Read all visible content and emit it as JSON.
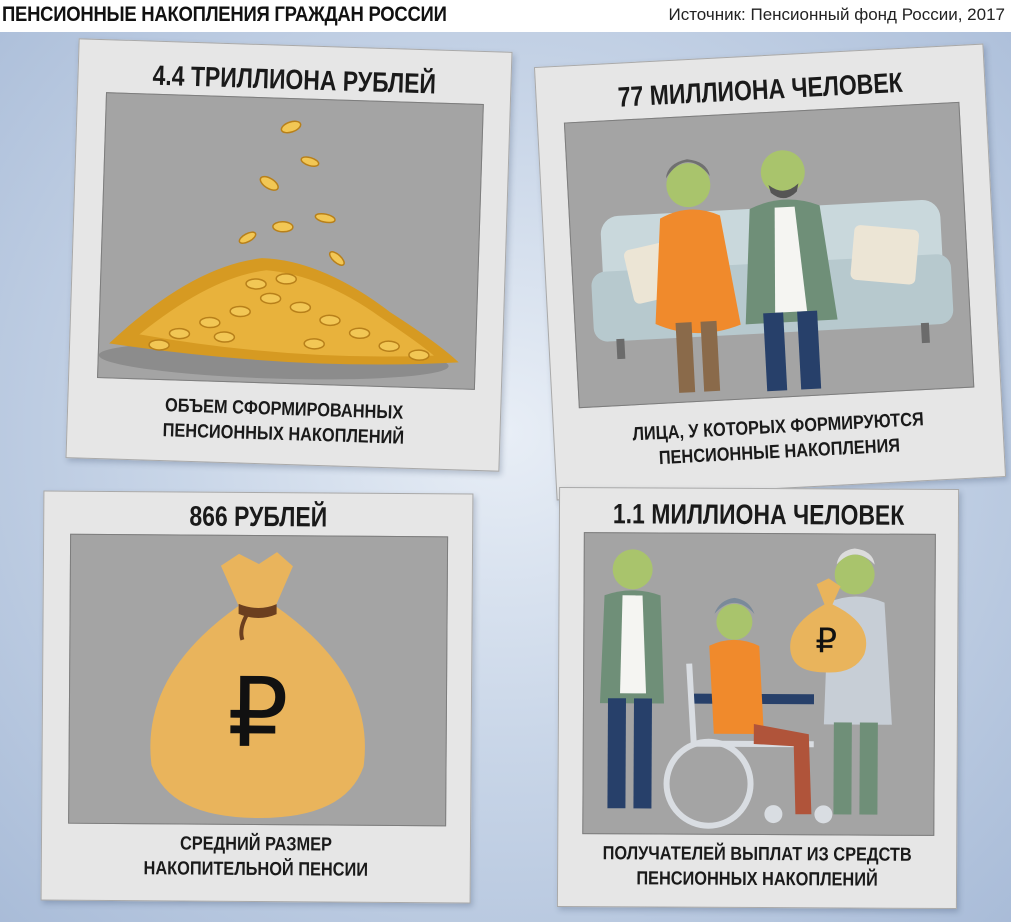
{
  "header": {
    "title": "ПЕНСИОННЫЕ НАКОПЛЕНИЯ ГРАЖДАН РОССИИ",
    "source": "Источник: Пенсионный фонд России, 2017"
  },
  "cards": [
    {
      "value": "4.4 ТРИЛЛИОНА РУБЛЕЙ",
      "caption_line1": "ОБЪЕМ СФОРМИРОВАННЫХ",
      "caption_line2": "ПЕНСИОННЫХ НАКОПЛЕНИЙ",
      "illustration": "coin-pile"
    },
    {
      "value": "77 МИЛЛИОНА ЧЕЛОВЕК",
      "caption_line1": "ЛИЦА, У КОТОРЫХ ФОРМИРУЮТСЯ",
      "caption_line2": "ПЕНСИОННЫЕ НАКОПЛЕНИЯ",
      "illustration": "elderly-couple-on-sofa"
    },
    {
      "value": "866 РУБЛЕЙ",
      "caption_line1": "СРЕДНИЙ РАЗМЕР",
      "caption_line2": "НАКОПИТЕЛЬНОЙ ПЕНСИИ",
      "illustration": "ruble-money-bag"
    },
    {
      "value": "1.1 МИЛЛИОНА ЧЕЛОВЕК",
      "caption_line1": "ПОЛУЧАТЕЛЕЙ ВЫПЛАТ ИЗ СРЕДСТВ",
      "caption_line2": "ПЕНСИОННЫХ НАКОПЛЕНИЙ",
      "illustration": "elderly-people-wheelchair"
    }
  ],
  "ruble_sign": "₽",
  "colors": {
    "background": "#b7c7df",
    "card": "#e6e6e6",
    "photo": "#a4a4a4",
    "coin": "#e0a733",
    "bag": "#e9b45c",
    "orange": "#f08a2c",
    "green_jacket": "#6f8f78",
    "navy": "#27406a",
    "skin": "#a9c46c"
  }
}
